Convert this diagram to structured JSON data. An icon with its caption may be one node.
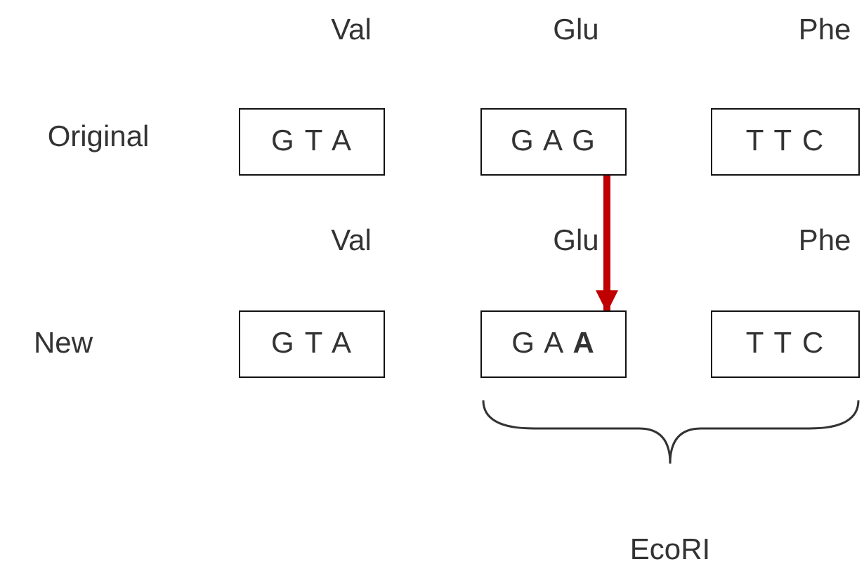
{
  "diagram": {
    "nodes": [
      {
        "text": [
          "G T A"
        ]
      },
      {
        "text": [
          "G A G"
        ]
      },
      {
        "text": [
          "T T C"
        ]
      },
      {
        "text": [
          "G T A"
        ]
      },
      {
        "text": [
          "G A **A**"
        ]
      },
      {
        "text": [
          "T T C"
        ]
      }
    ],
    "edges": [
      {
        "from": 1,
        "to": 4,
        "arrow": "to",
        "color": "#c00000"
      }
    ],
    "labels": [
      "Val",
      "Glu",
      "Phe",
      "Original",
      "Val",
      "Glu",
      "Phe",
      "New",
      "EcoRI"
    ]
  }
}
